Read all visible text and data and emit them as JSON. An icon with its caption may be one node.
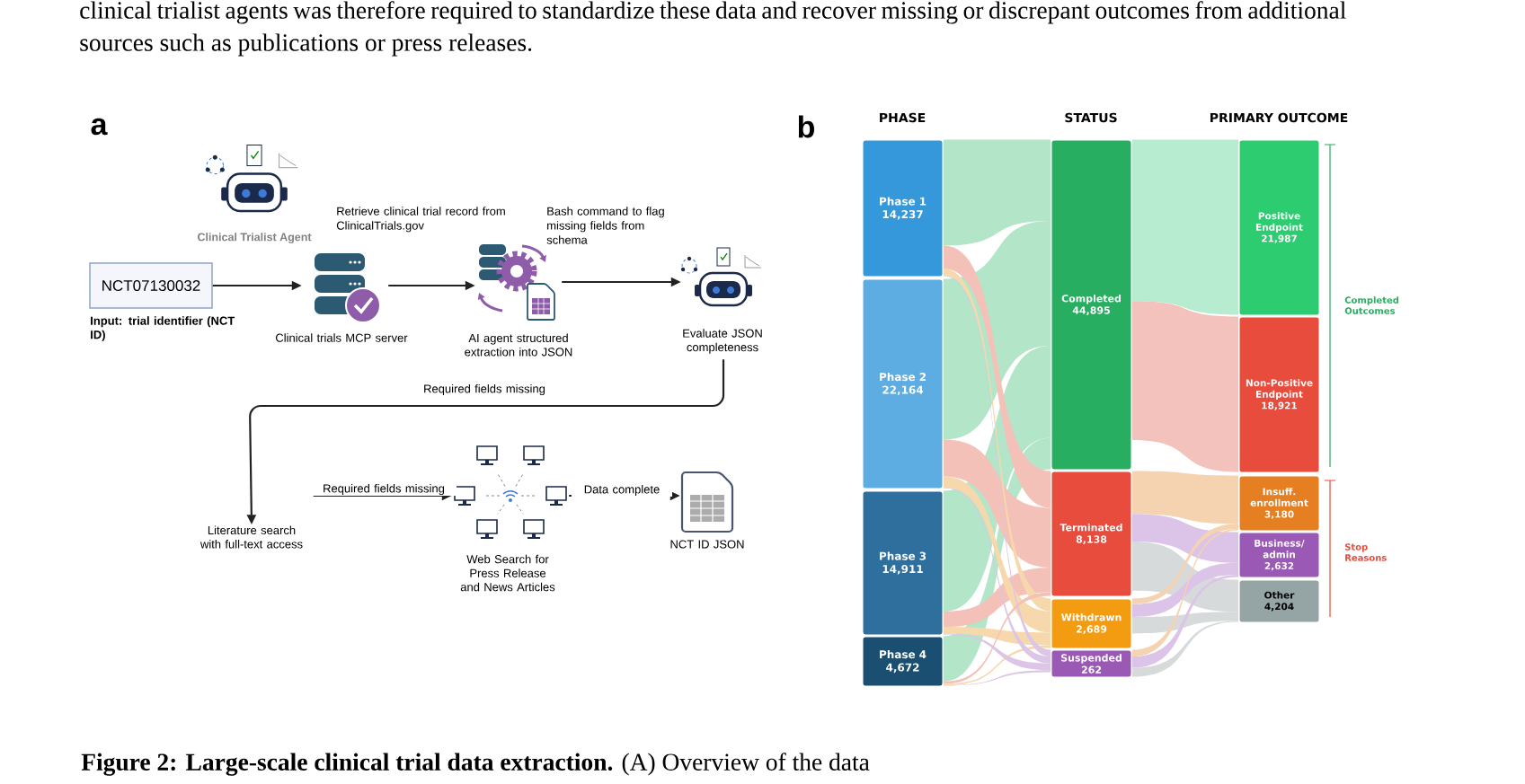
{
  "diagram": {
    "caption": "**Figure 2: Large-scale clinical trial data extraction.** (A) Overview of the data",
    "nodes": [
      {
        "text": [
          "NCT07130032"
        ],
        "beside": [
          "Input: trial identifier (NCT ID)"
        ]
      },
      {
        "text": [
          "Clinical trials MCP server"
        ]
      },
      {
        "text": [
          "AI agent structured extraction into JSON"
        ]
      },
      {
        "text": [
          "Evaluate JSON completeness"
        ]
      },
      {
        "text": [
          "Literature search with full-text access"
        ]
      },
      {
        "text": [
          "Web Search for Press Release and News Articles"
        ]
      },
      {
        "text": [
          "NCT ID JSON"
        ]
      },
      {
        "text": [
          "Phase 1",
          "14,237"
        ]
      },
      {
        "text": [
          "Phase 2",
          "22,164"
        ]
      },
      {
        "text": [
          "Phase 3",
          "14,911"
        ]
      },
      {
        "text": [
          "Phase 4",
          "4,672"
        ]
      },
      {
        "text": [
          "Completed",
          "44,895"
        ]
      },
      {
        "text": [
          "Terminated",
          "8,138"
        ]
      },
      {
        "text": [
          "Withdrawn",
          "2,689"
        ]
      },
      {
        "text": [
          "Suspended",
          "262"
        ]
      },
      {
        "text": [
          "Positive Endpoint",
          "21,987"
        ]
      },
      {
        "text": [
          "Non-Positive Endpoint",
          "18,921"
        ]
      },
      {
        "text": [
          "Insuff. enrollment",
          "3,180"
        ]
      },
      {
        "text": [
          "Business/ admin",
          "2,632"
        ]
      },
      {
        "text": [
          "Other",
          "4,204"
        ]
      }
    ],
    "edges": [
      {
        "from": 0,
        "to": 1,
        "arrow": "to"
      },
      {
        "from": 1,
        "to": 2,
        "arrow": "to",
        "label": "Retrieve clinical trial record from ClinicalTrials.gov"
      },
      {
        "from": 2,
        "to": 3,
        "arrow": "to",
        "label": "Bash command to flag missing fields from schema"
      },
      {
        "from": 3,
        "to": 4,
        "arrow": "to",
        "label": "Required fields missing"
      },
      {
        "from": 4,
        "to": 5,
        "arrow": "to",
        "label": "Required fields missing"
      },
      {
        "from": 5,
        "to": 6,
        "arrow": "to",
        "label": "Data complete"
      },
      {
        "from": 7,
        "to": 11,
        "arrow": "none",
        "color": "#b3e5c8"
      },
      {
        "from": 7,
        "to": 12,
        "arrow": "none",
        "color": "#f4c1b9"
      },
      {
        "from": 7,
        "to": 13,
        "arrow": "none",
        "color": "#f7d8ad"
      },
      {
        "from": 7,
        "to": 14,
        "arrow": "none",
        "color": "#dcc5e6"
      },
      {
        "from": 8,
        "to": 11,
        "arrow": "none",
        "color": "#b3e5c8"
      },
      {
        "from": 8,
        "to": 12,
        "arrow": "none",
        "color": "#f4c1b9"
      },
      {
        "from": 8,
        "to": 13,
        "arrow": "none",
        "color": "#f7d8ad"
      },
      {
        "from": 8,
        "to": 14,
        "arrow": "none",
        "color": "#dcc5e6"
      },
      {
        "from": 9,
        "to": 11,
        "arrow": "none",
        "color": "#b3e5c8"
      },
      {
        "from": 9,
        "to": 12,
        "arrow": "none",
        "color": "#f4c1b9"
      },
      {
        "from": 9,
        "to": 13,
        "arrow": "none",
        "color": "#f7d8ad"
      },
      {
        "from": 9,
        "to": 14,
        "arrow": "none",
        "color": "#dcc5e6"
      },
      {
        "from": 10,
        "to": 11,
        "arrow": "none",
        "color": "#b3e5c8"
      },
      {
        "from": 10,
        "to": 12,
        "arrow": "none",
        "color": "#f4c1b9"
      },
      {
        "from": 10,
        "to": 13,
        "arrow": "none",
        "color": "#f7d8ad"
      },
      {
        "from": 10,
        "to": 14,
        "arrow": "none",
        "color": "#dcc5e6"
      },
      {
        "from": 11,
        "to": 15,
        "arrow": "none",
        "color": "#b7ecd0"
      },
      {
        "from": 11,
        "to": 16,
        "arrow": "none",
        "color": "#f4c2bc"
      },
      {
        "from": 12,
        "to": 17,
        "arrow": "none",
        "color": "#f5d3b1"
      },
      {
        "from": 12,
        "to": 18,
        "arrow": "none",
        "color": "#dcc3e8"
      },
      {
        "from": 12,
        "to": 19,
        "arrow": "none",
        "color": "#d6dadb"
      },
      {
        "from": 13,
        "to": 17,
        "arrow": "none",
        "color": "#f5d3b1"
      },
      {
        "from": 13,
        "to": 18,
        "arrow": "none",
        "color": "#dcc3e8"
      },
      {
        "from": 13,
        "to": 19,
        "arrow": "none",
        "color": "#d6dadb"
      },
      {
        "from": 14,
        "to": 17,
        "arrow": "none",
        "color": "#f5d3b1"
      },
      {
        "from": 14,
        "to": 18,
        "arrow": "none",
        "color": "#dcc3e8"
      },
      {
        "from": 14,
        "to": 19,
        "arrow": "none",
        "color": "#d6dadb"
      }
    ],
    "labels": [
      "clinical trialist agents was therefore required to standardize these data and recover missing or discrepant outcomes from additional sources such as publications or press releases.",
      "a",
      "b",
      "PHASE",
      "STATUS",
      "PRIMARY OUTCOME",
      "Clinical Trialist Agent",
      "Completed Outcomes",
      "Stop Reasons"
    ]
  }
}
